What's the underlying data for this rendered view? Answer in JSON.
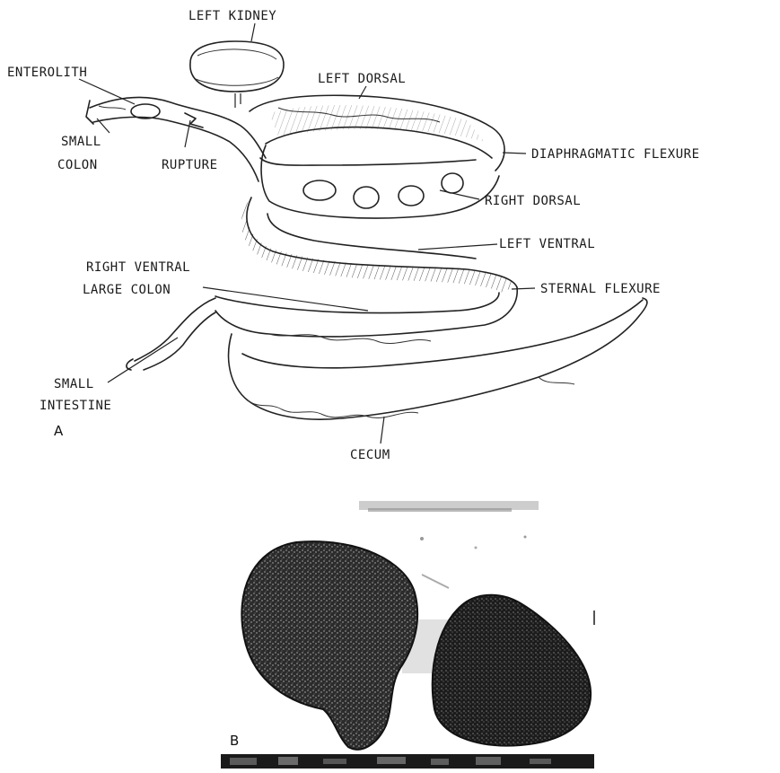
{
  "figure": {
    "panel_a": {
      "letter": "A",
      "labels": {
        "left_kidney": "LEFT KIDNEY",
        "enterolith": "ENTEROLITH",
        "left_dorsal": "LEFT DORSAL",
        "small_colon_1": "SMALL",
        "small_colon_2": "COLON",
        "rupture": "RUPTURE",
        "diaphragmatic_flexure": "DIAPHRAGMATIC FLEXURE",
        "right_dorsal": "RIGHT DORSAL",
        "left_ventral": "LEFT VENTRAL",
        "right_ventral_1": "RIGHT VENTRAL",
        "right_ventral_2": "LARGE COLON",
        "sternal_flexure": "STERNAL FLEXURE",
        "small_intestine_1": "SMALL",
        "small_intestine_2": "INTESTINE",
        "cecum": "CECUM"
      }
    },
    "panel_b": {
      "letter": "B"
    }
  }
}
